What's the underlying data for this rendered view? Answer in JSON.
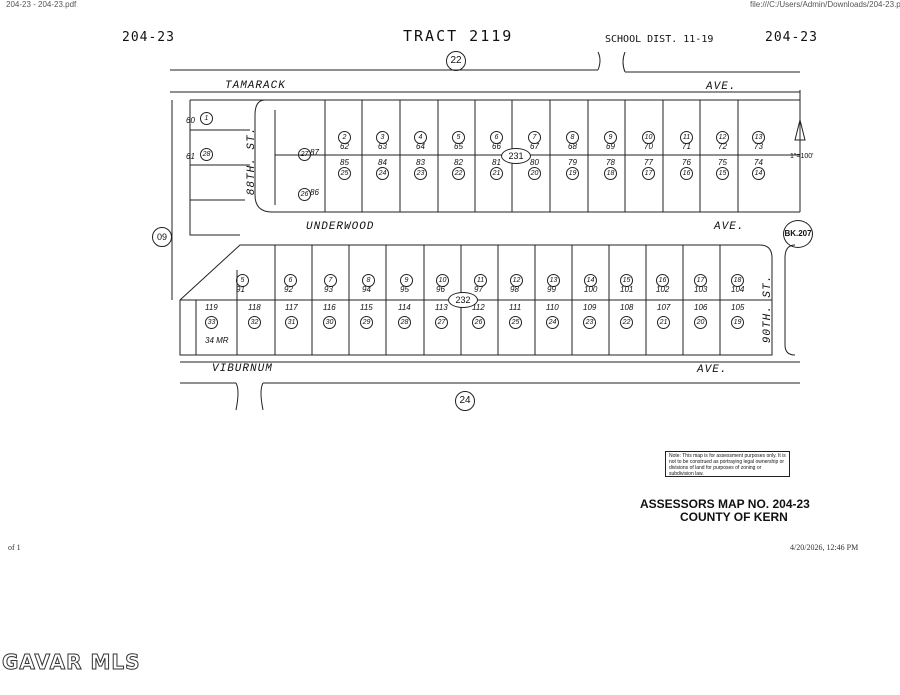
{
  "header": {
    "top_left_file": "204-23 - 204-23.pdf",
    "top_right_url": "file:///C:/Users/Admin/Downloads/204-23.pdf",
    "map_left": "204-23",
    "map_right": "204-23",
    "tract": "TRACT  2119",
    "school_dist": "SCHOOL DIST. 11-19"
  },
  "streets": {
    "tamarack": "TAMARACK",
    "tamarack_ave": "AVE.",
    "underwood": "UNDERWOOD",
    "underwood_ave": "AVE.",
    "viburnum": "VIBURNUM",
    "viburnum_ave": "AVE.",
    "st_88th": "88TH.  ST.",
    "st_90th": "90TH.  ST."
  },
  "circles": {
    "north_ref": "22",
    "south_ref": "24",
    "west_ref": "09",
    "book_ref": "BK.207",
    "block_231": "231",
    "block_232": "232"
  },
  "scale": "1\"=100'",
  "note": "Note: This map is for assessment purposes only. It is not to be construed as portraying legal ownership or divisions of land for purposes of zoning or subdivision law.",
  "assessor": {
    "line1": "ASSESSORS MAP NO. 204-23",
    "line2": "COUNTY OF KERN"
  },
  "footer": {
    "page": "of 1",
    "timestamp": "4/20/2026, 12:46 PM"
  },
  "watermark": "GAVAR MLS",
  "block231": {
    "top_row_circles": [
      "2",
      "3",
      "4",
      "5",
      "6",
      "7",
      "8",
      "9",
      "10",
      "11",
      "12",
      "13"
    ],
    "top_row_lots": [
      "62",
      "63",
      "64",
      "65",
      "66",
      "67",
      "68",
      "69",
      "70",
      "71",
      "72",
      "73"
    ],
    "bottom_row_circles": [
      "25",
      "24",
      "23",
      "22",
      "21",
      "20",
      "19",
      "18",
      "17",
      "16",
      "15",
      "14"
    ],
    "bottom_row_lots": [
      "85",
      "84",
      "83",
      "82",
      "81",
      "80",
      "79",
      "78",
      "77",
      "76",
      "75",
      "74"
    ],
    "west_circles": [
      "1",
      "28",
      "27",
      "26"
    ],
    "west_lots": [
      "60",
      "61",
      "87",
      "86"
    ]
  },
  "block232": {
    "top_row_circles": [
      "5",
      "6",
      "7",
      "8",
      "9",
      "10",
      "11",
      "12",
      "13",
      "14",
      "15",
      "16",
      "17",
      "18"
    ],
    "top_row_lots": [
      "91",
      "92",
      "93",
      "94",
      "95",
      "96",
      "97",
      "98",
      "99",
      "100",
      "101",
      "102",
      "103",
      "104"
    ],
    "bottom_row_circles": [
      "33",
      "32",
      "31",
      "30",
      "29",
      "28",
      "27",
      "26",
      "25",
      "24",
      "23",
      "22",
      "21",
      "20",
      "19"
    ],
    "bottom_row_lots": [
      "119",
      "118",
      "117",
      "116",
      "115",
      "114",
      "113",
      "112",
      "111",
      "110",
      "109",
      "108",
      "107",
      "106",
      "105"
    ],
    "extra": "34 MR"
  }
}
